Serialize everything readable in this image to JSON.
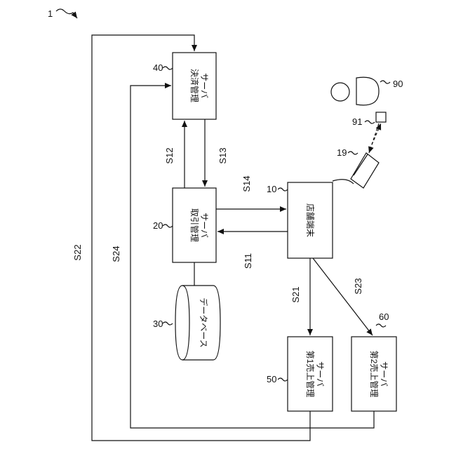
{
  "figure_ref": "1",
  "boxes": {
    "payment_server": {
      "ref": "40",
      "line1": "決済管理",
      "line2": "サーバ"
    },
    "transaction_server": {
      "ref": "20",
      "line1": "取引管理",
      "line2": "サーバ"
    },
    "database": {
      "ref": "30",
      "label": "データベース"
    },
    "store_terminal": {
      "ref": "10",
      "label": "店舗端末"
    },
    "sales_server_1": {
      "ref": "50",
      "line1": "第1売上管理",
      "line2": "サーバ"
    },
    "sales_server_2": {
      "ref": "60",
      "line1": "第2売上管理",
      "line2": "サーバ"
    },
    "reader_device": {
      "ref": "19"
    },
    "card": {
      "ref": "91"
    },
    "customer": {
      "ref": "90"
    }
  },
  "steps": {
    "s11": "S11",
    "s12": "S12",
    "s13": "S13",
    "s14": "S14",
    "s21": "S21",
    "s22": "S22",
    "s23": "S23",
    "s24": "S24"
  }
}
